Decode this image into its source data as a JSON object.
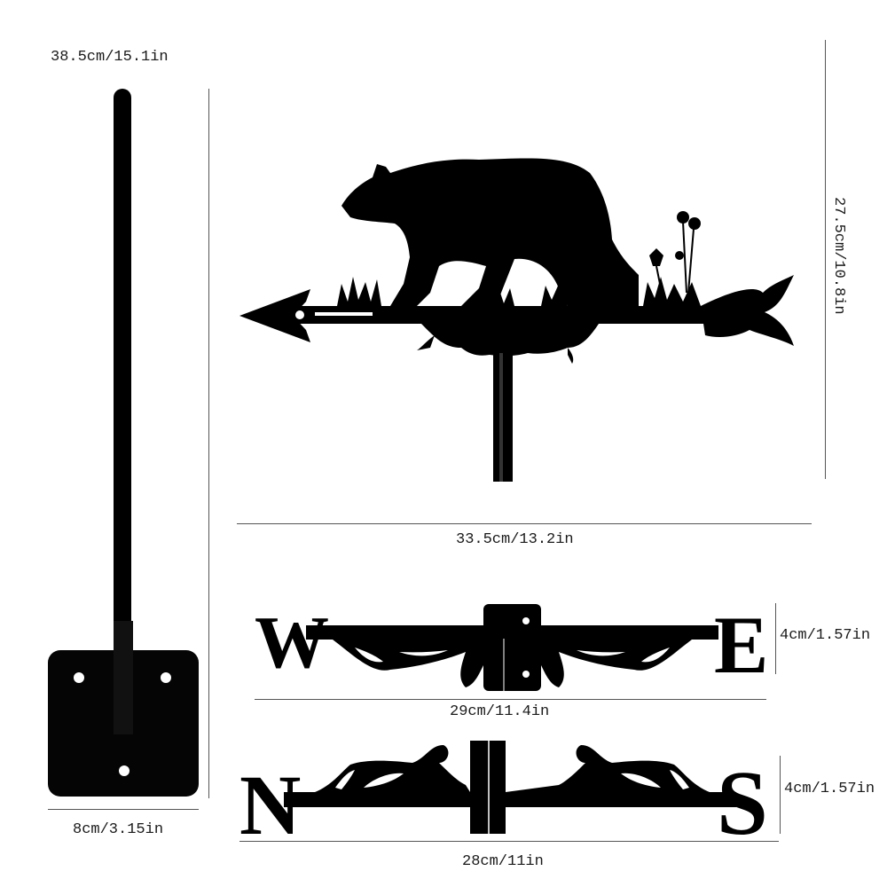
{
  "product": {
    "subject": "bear weathervane",
    "colors": {
      "metal": "#000000",
      "background": "#ffffff",
      "dimension_line": "#555555",
      "text": "#1a1a1a"
    }
  },
  "dimensions": {
    "pole_height": "38.5cm/15.1in",
    "base_width": "8cm/3.15in",
    "vane_height": "27.5cm/10.8in",
    "vane_width": "33.5cm/13.2in",
    "we_height": "4cm/1.57in",
    "we_width": "29cm/11.4in",
    "ns_height": "4cm/1.57in",
    "ns_width": "28cm/11in"
  },
  "compass": {
    "west": "W",
    "east": "E",
    "north": "N",
    "south": "S"
  }
}
